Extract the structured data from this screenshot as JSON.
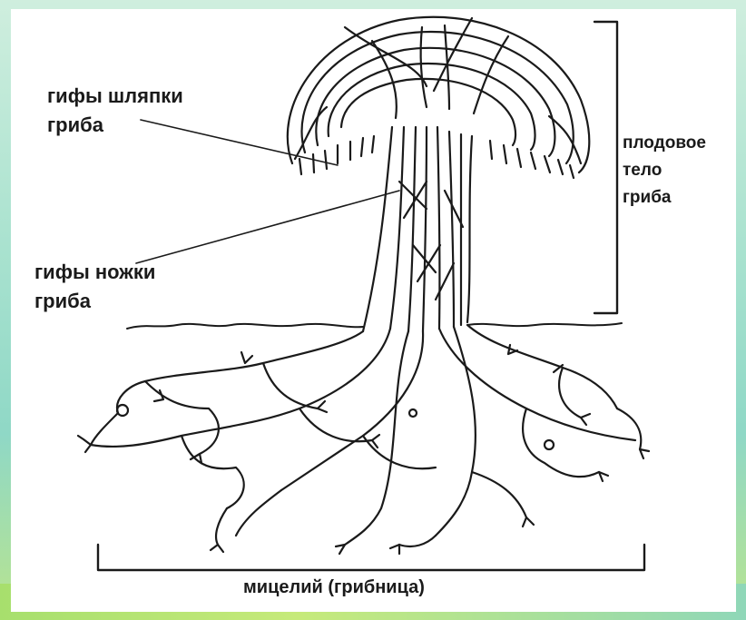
{
  "labels": {
    "cap_hyphae": [
      "гифы шляпки",
      "гриба"
    ],
    "stem_hyphae": [
      "гифы ножки",
      "гриба"
    ],
    "fruiting_body": [
      "плодовое",
      "тело",
      "гриба"
    ],
    "mycelium": "мицелий (грибница)"
  },
  "colors": {
    "ink": "#1a1a1a",
    "panel": "#ffffff",
    "background": "#a9e2cf"
  }
}
